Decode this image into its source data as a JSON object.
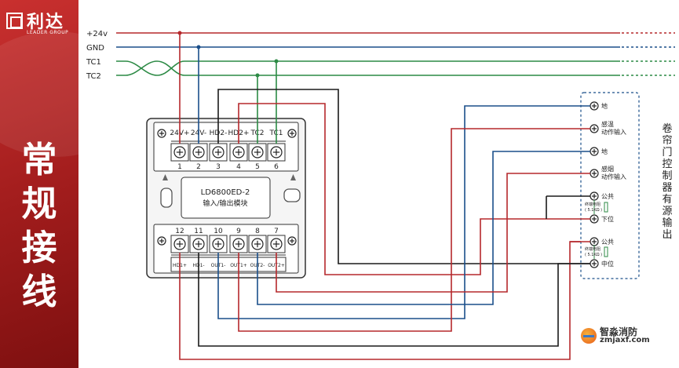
{
  "brand": {
    "name": "利达",
    "english": "LEADER GROUP"
  },
  "title": "常规接线",
  "buses": [
    {
      "label": "+24v",
      "color": "#b5282c"
    },
    {
      "label": "GND",
      "color": "#1a4f8a"
    },
    {
      "label": "TC1",
      "color": "#2c8a45"
    },
    {
      "label": "TC2",
      "color": "#2c8a45"
    }
  ],
  "module": {
    "model": "LD6800ED-2",
    "name": "输入/输出模块",
    "top_labels": [
      "24V+",
      "24V-",
      "HD2-",
      "HD2+",
      "TC2",
      "TC1"
    ],
    "top_numbers": [
      "1",
      "2",
      "3",
      "4",
      "5",
      "6"
    ],
    "bottom_numbers": [
      "12",
      "11",
      "10",
      "9",
      "8",
      "7"
    ],
    "bottom_labels": [
      "HD1+",
      "HD1-",
      "OUT1-",
      "OUT1+",
      "OUT2-",
      "OUT2+"
    ]
  },
  "controller": {
    "title": "卷帘门控制器有源输出",
    "terminals": [
      {
        "label": "地"
      },
      {
        "label": "感温\n动作输入"
      },
      {
        "label": "地"
      },
      {
        "label": "感烟\n动作输入"
      },
      {
        "label": "公共"
      },
      {
        "label": "下位"
      },
      {
        "label": "公共"
      },
      {
        "label": "中位"
      }
    ],
    "resistor_label": "终端电阻\n( 5.1KΩ )"
  },
  "watermark": {
    "name": "智淼消防",
    "url": "zmjaxf.com"
  },
  "colors": {
    "red": "#b5282c",
    "blue": "#1a4f8a",
    "green": "#2c8a45",
    "black": "#1a1a1a"
  }
}
